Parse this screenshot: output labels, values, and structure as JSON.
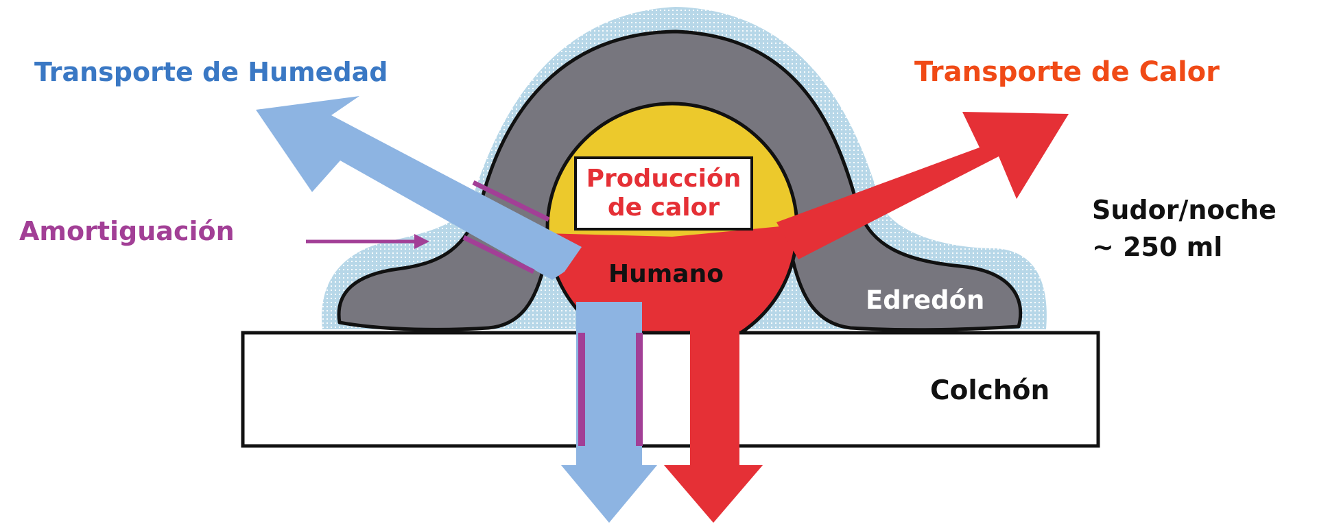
{
  "labels": {
    "moisture_transport": "Transporte de Humedad",
    "heat_transport": "Transporte de Calor",
    "damping": "Amortiguación",
    "heat_production_line1": "Producción",
    "heat_production_line2": "de calor",
    "human": "Humano",
    "sweat_line1": "Sudor/noche",
    "sweat_line2": "~ 250 ml",
    "duvet": "Edredón",
    "mattress": "Colchón"
  },
  "colors": {
    "moisture": "#8db4e2",
    "moisture_text": "#3a78c4",
    "heat": "#e53036",
    "heat_text": "#f04a16",
    "damping": "#a23f96",
    "duvet": "#77767e",
    "body_top": "#ecc92c",
    "halo": "#b6d6e6",
    "outline": "#111111"
  }
}
